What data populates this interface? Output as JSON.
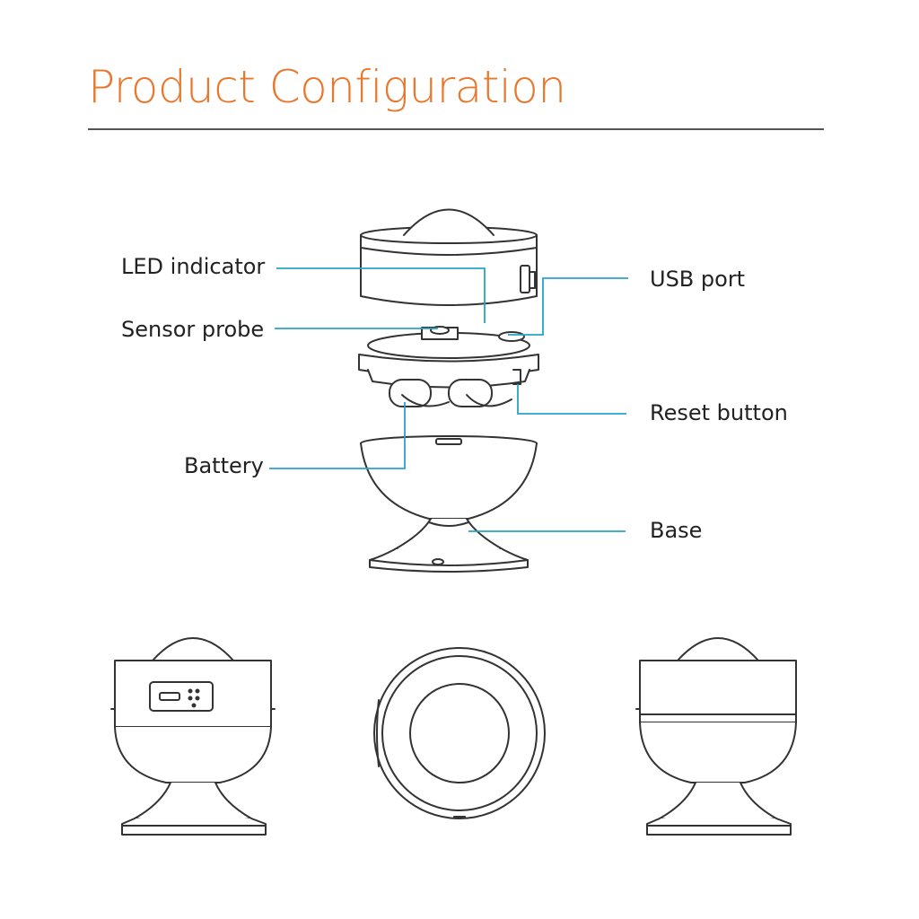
{
  "title": "Product Configuration",
  "callouts": {
    "led_indicator": "LED indicator",
    "sensor_probe": "Sensor probe",
    "battery": "Battery",
    "usb_port": "USB port",
    "reset_button": "Reset button",
    "base": "Base"
  },
  "colors": {
    "title": "#e8782e",
    "leader": "#2aa3c9",
    "outline": "#333333"
  }
}
